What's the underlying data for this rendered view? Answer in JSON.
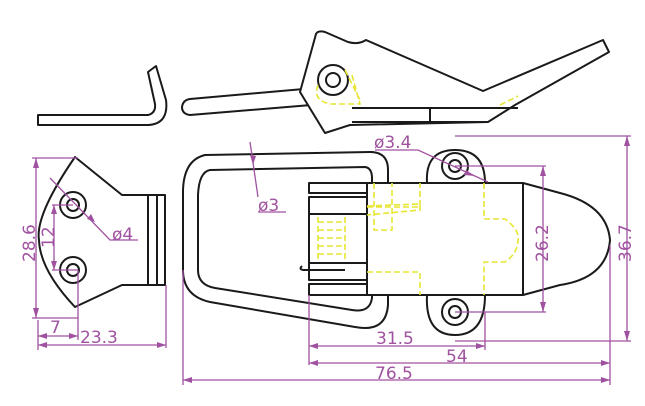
{
  "drawing": {
    "title": "Toggle latch dimension drawing",
    "colors": {
      "outline": "#1a1a1a",
      "dimension": "#a052a0",
      "hidden_lines": "#e6e633"
    },
    "dimensions": {
      "plate_height": "28.6",
      "hole_spacing": "12",
      "hole_diameter_plate": "ø4",
      "hole_offset": "7",
      "plate_width": "23.3",
      "wire_diameter": "ø3",
      "mount_hole_diameter": "ø3.4",
      "mount_hole_spacing": "26.2",
      "body_height": "36.7",
      "body_hole_offset": "31.5",
      "body_length": "54",
      "overall_length": "76.5"
    }
  }
}
